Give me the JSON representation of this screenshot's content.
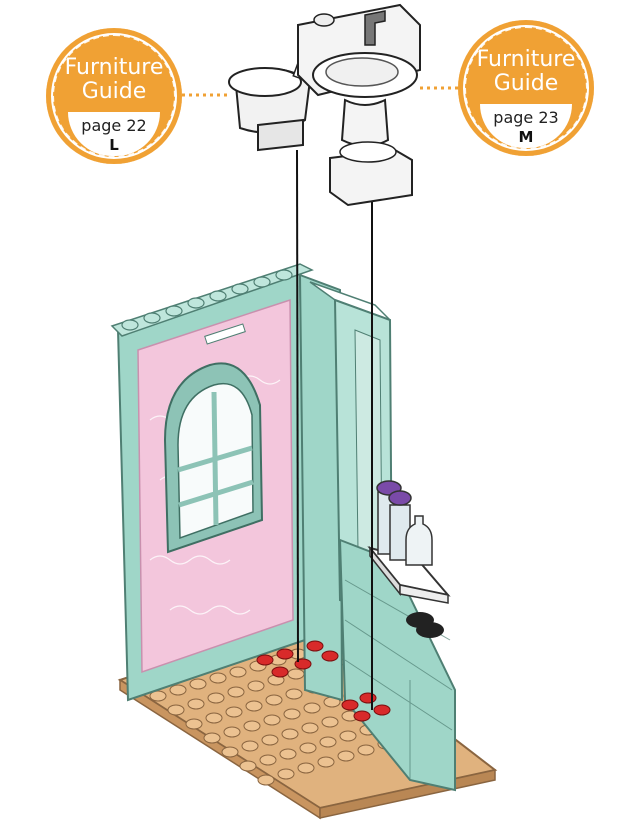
{
  "badges": [
    {
      "title_line1": "Furniture",
      "title_line2": "Guide",
      "page": "page 22",
      "letter": "L"
    },
    {
      "title_line1": "Furniture",
      "title_line2": "Guide",
      "page": "page 23",
      "letter": "M"
    }
  ],
  "colors": {
    "badge_orange": "#f0a134",
    "wall_mint": "#9fd6c8",
    "wallpaper_pink": "#f3c6dc",
    "baseplate_tan": "#e0b27e",
    "stud_red": "#d82a2a",
    "lid_purple": "#7a4aa8"
  }
}
